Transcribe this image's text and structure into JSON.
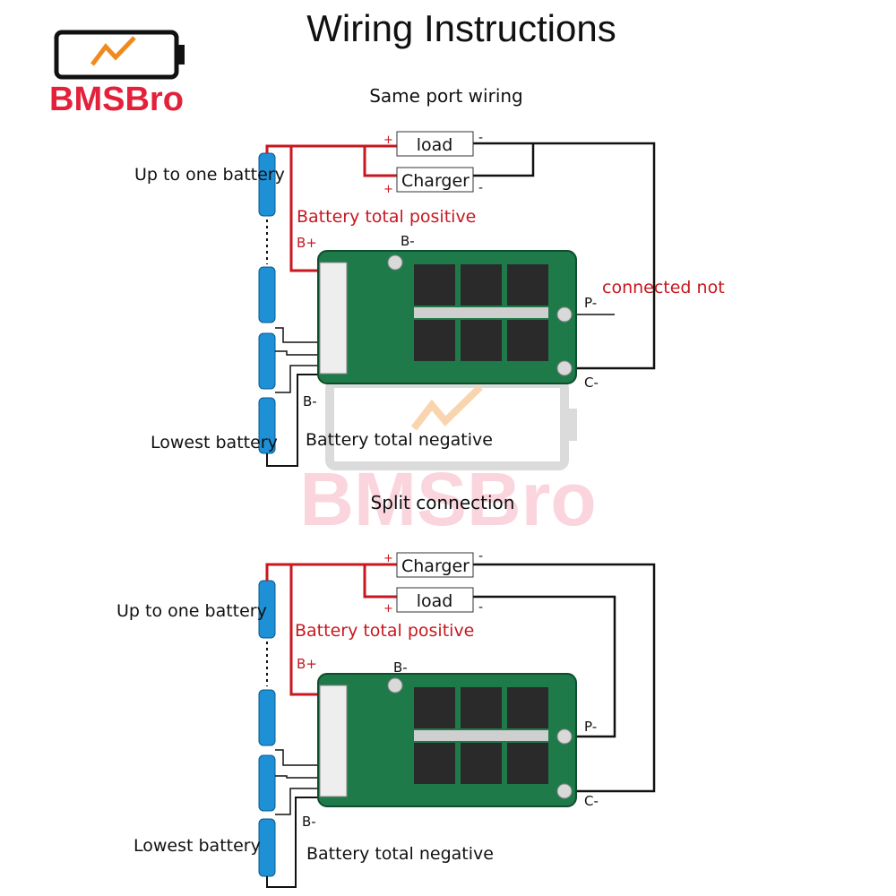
{
  "title": "Wiring Instructions",
  "logo": {
    "text": "BMSBro"
  },
  "watermark": {
    "text": "BMSBro"
  },
  "colors": {
    "positive_wire": "#c8171e",
    "wire": "#111111",
    "cell": "#1e90d6",
    "board": "#1f7a4a",
    "logo_red": "#e3213a"
  },
  "sections": [
    {
      "heading": "Same port wiring",
      "box_top": "load",
      "box_bottom": "Charger",
      "plus": "+",
      "minus": "-",
      "top_battery": "Up to one battery",
      "positive_label": "Battery total positive",
      "b_plus": "B+",
      "b_minus_top": "B-",
      "p_minus": "P-",
      "c_minus": "C-",
      "note": "connected not",
      "b_minus_left": "B-",
      "lowest_battery": "Lowest battery",
      "negative_label": "Battery total negative"
    },
    {
      "heading": "Split connection",
      "box_top": "Charger",
      "box_bottom": "load",
      "plus": "+",
      "minus": "-",
      "top_battery": "Up to one battery",
      "positive_label": "Battery total positive",
      "b_plus": "B+",
      "b_minus_top": "B-",
      "p_minus": "P-",
      "c_minus": "C-",
      "b_minus_left": "B-",
      "lowest_battery": "Lowest battery",
      "negative_label": "Battery total negative"
    }
  ]
}
